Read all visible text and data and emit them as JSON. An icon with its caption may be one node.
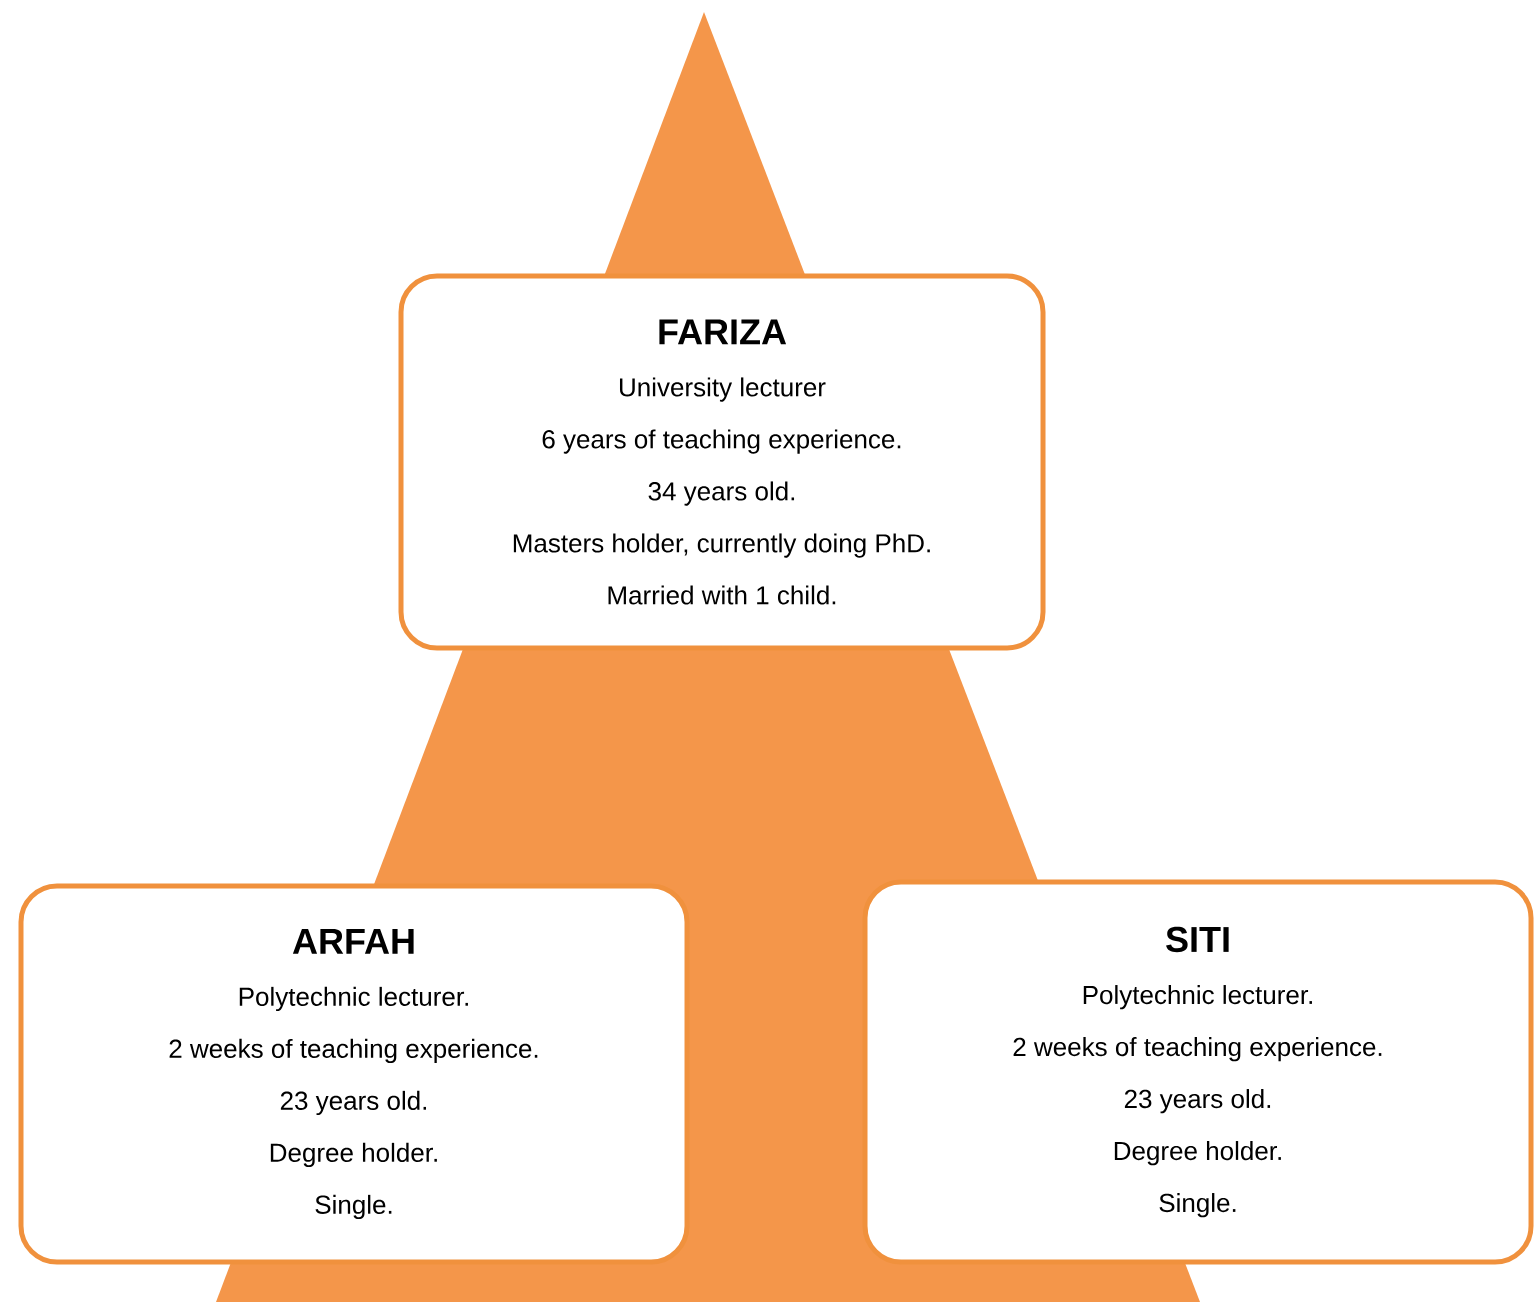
{
  "diagram": {
    "nodes": [
      {
        "text": [
          "FARIZA",
          "University lecturer",
          "6 years of teaching experience.",
          "34 years old.",
          "Masters holder, currently doing PhD.",
          "Married with 1 child."
        ]
      },
      {
        "text": [
          "ARFAH",
          "Polytechnic lecturer.",
          "2 weeks of teaching experience.",
          "23 years old.",
          "Degree holder.",
          "Single."
        ]
      },
      {
        "text": [
          "SITI",
          "Polytechnic lecturer.",
          "2 weeks of teaching experience.",
          "23 years old.",
          "Degree holder.",
          "Single."
        ]
      }
    ]
  }
}
